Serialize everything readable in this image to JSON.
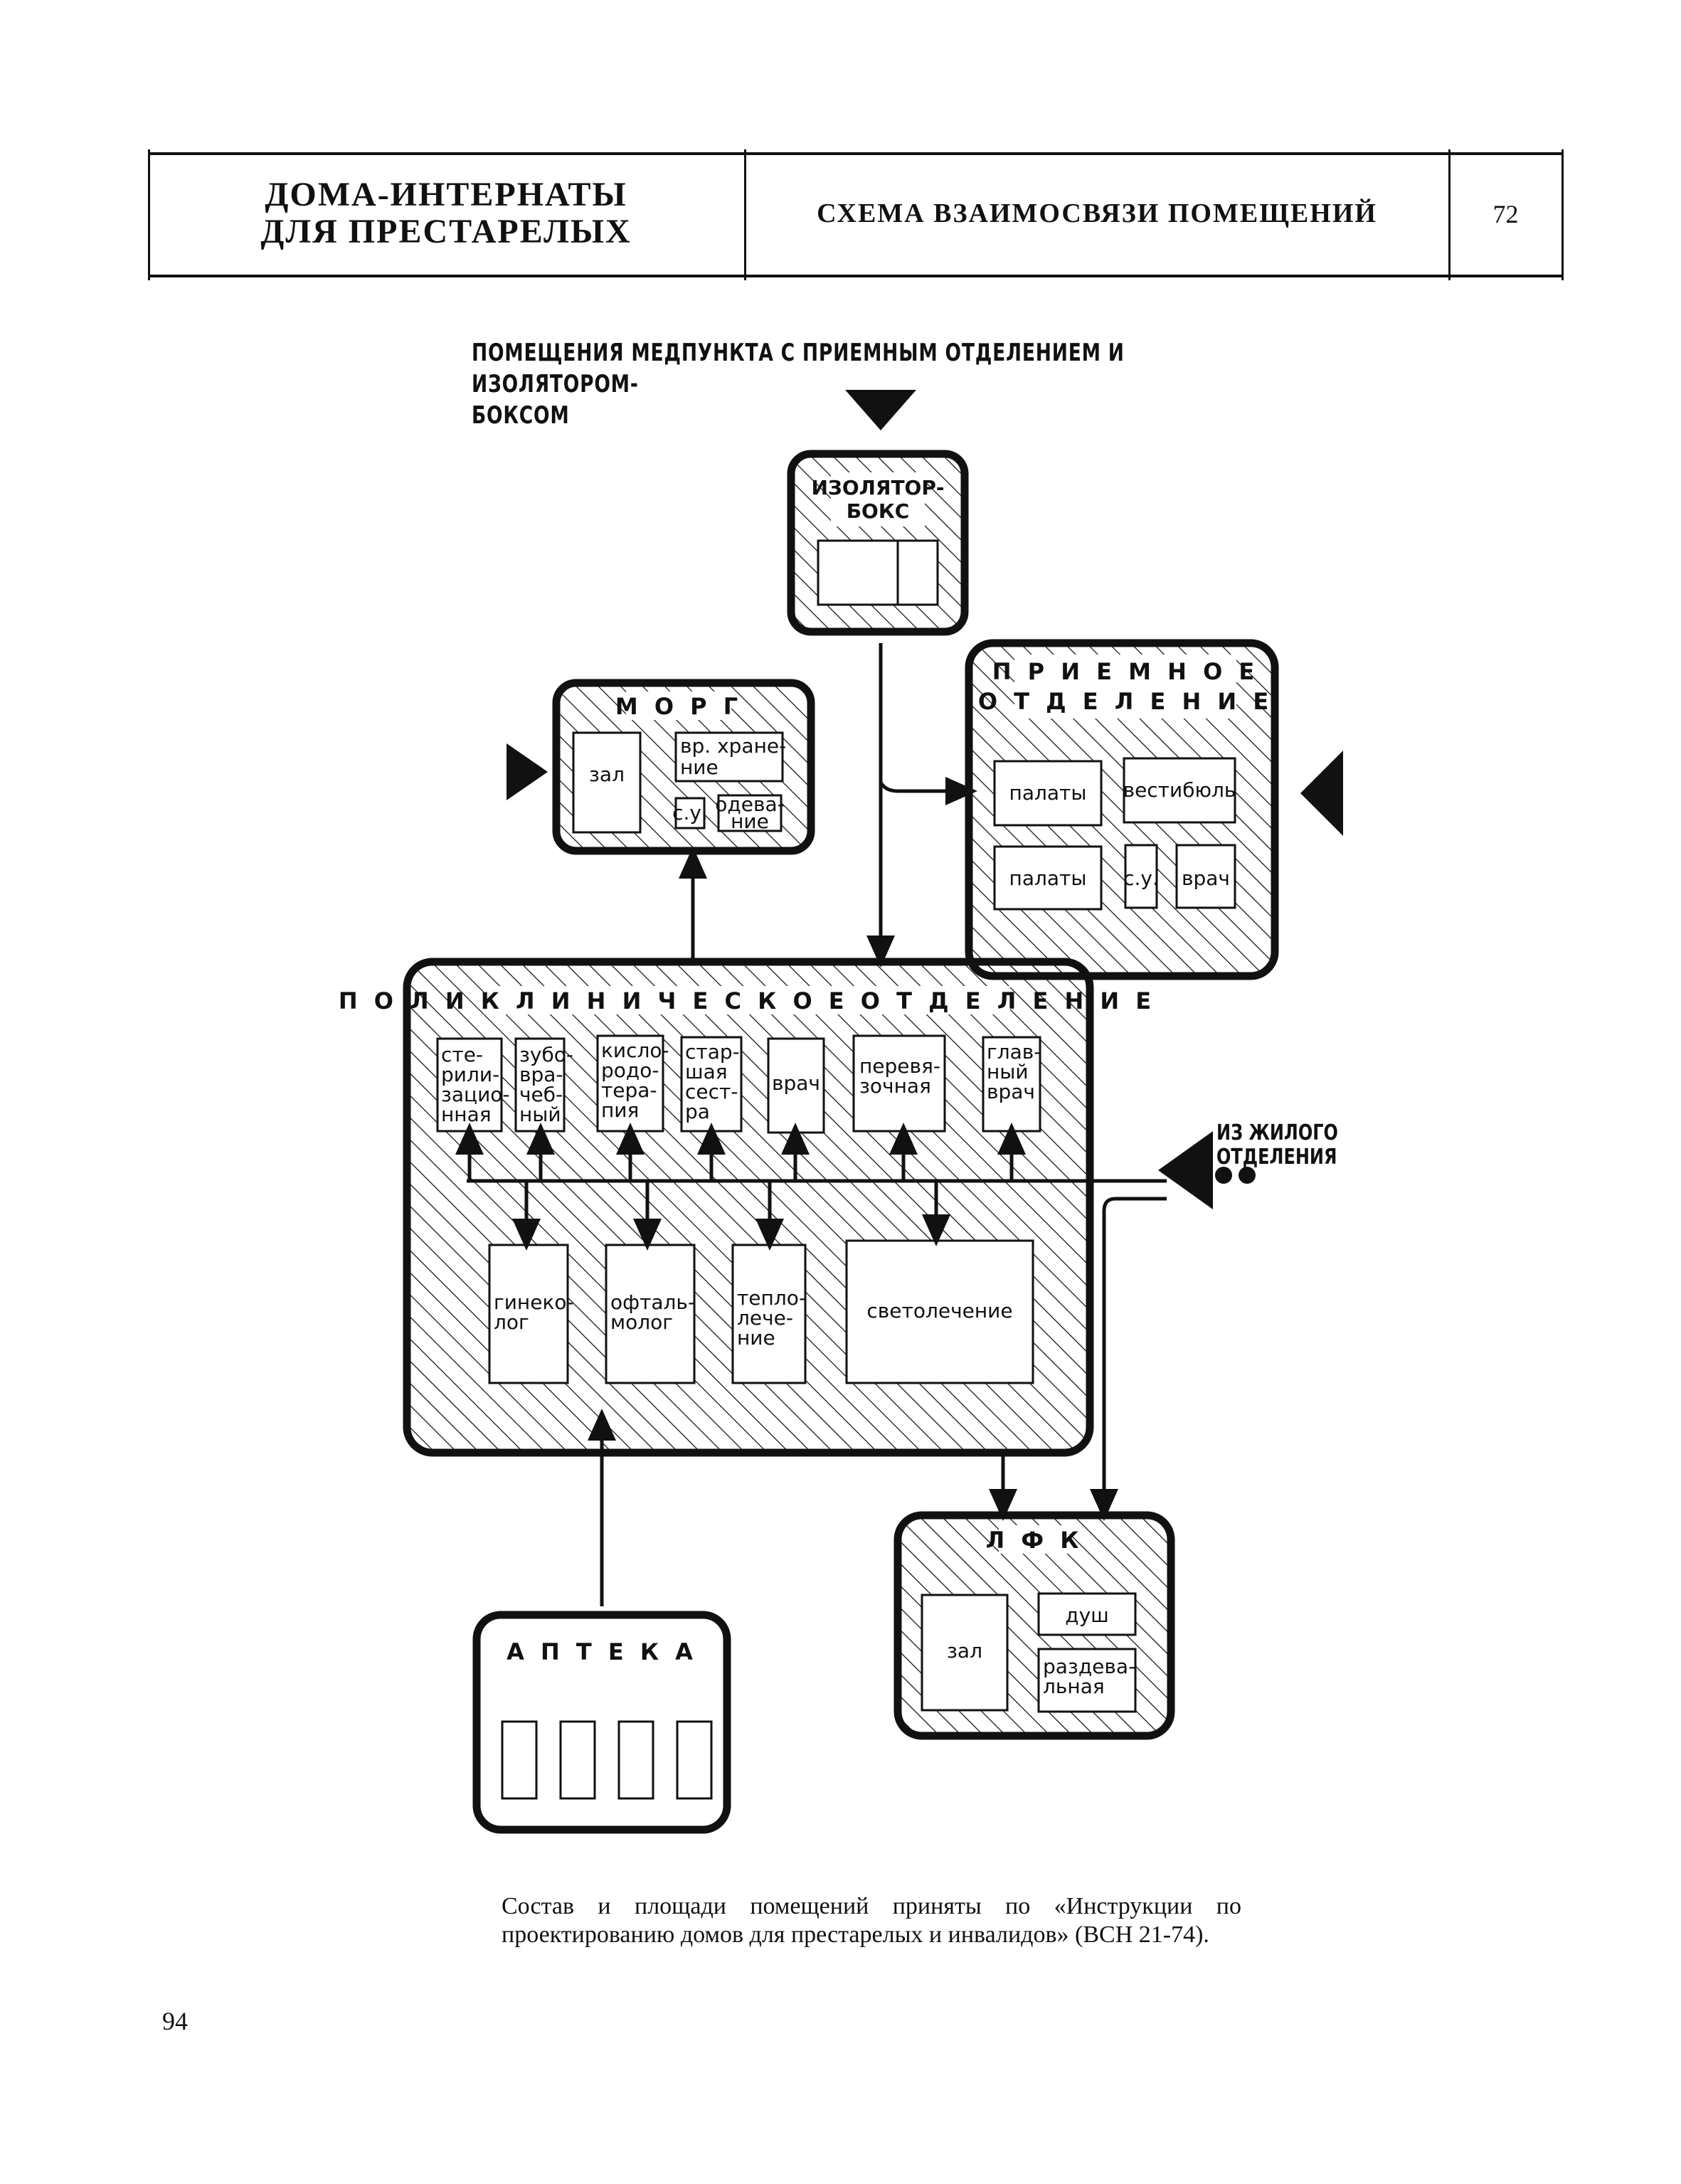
{
  "header": {
    "left_line1": "ДОМА-ИНТЕРНАТЫ",
    "left_line2": "ДЛЯ ПРЕСТАРЕЛЫХ",
    "middle": "СХЕМА ВЗАИМОСВЯЗИ ПОМЕЩЕНИЙ",
    "number": "72"
  },
  "diagram": {
    "title_line1": "ПОМЕЩЕНИЯ МЕДПУНКТА С ПРИЕМНЫМ ОТДЕЛЕНИЕМ И ИЗОЛЯТОРОМ-",
    "title_line2": "БОКСОМ",
    "isolator": {
      "line1": "ИЗОЛЯТОР-",
      "line2": "БОКС"
    },
    "morg": {
      "label": "М О Р Г",
      "zal": "зал",
      "storage_l1": "вр. хране-",
      "storage_l2": "ние",
      "su": "с.у.",
      "dress_l1": "одева-",
      "dress_l2": "ние"
    },
    "reception": {
      "line1": "П Р И Е М Н О Е",
      "line2": "О Т Д Е Л Е Н И Е",
      "wards1": "палаты",
      "vestibule": "вестибюль",
      "wards2": "палаты",
      "su": "с.у.",
      "doctor": "врач"
    },
    "polyclinic": {
      "label": "П О Л И К Л И Н И Ч Е С К О Е   О Т Д Е Л Е Н И Е",
      "r1": [
        "сте-",
        "рили-",
        "зацио-",
        "нная"
      ],
      "r2": [
        "зубо-",
        "вра-",
        "чеб-",
        "ный"
      ],
      "r3": [
        "кисло-",
        "родо-",
        "тера-",
        "пия"
      ],
      "r4": [
        "стар-",
        "шая",
        "сест-",
        "ра"
      ],
      "r5": "врач",
      "r6": [
        "перевя-",
        "зочная"
      ],
      "r7": [
        "глав-",
        "ный",
        "врач"
      ],
      "b1": [
        "гинеко-",
        "лог"
      ],
      "b2": [
        "офталь-",
        "молог"
      ],
      "b3": [
        "тепло-",
        "лече-",
        "ние"
      ],
      "b4": "светолечение"
    },
    "residential": {
      "line1": "ИЗ ЖИЛОГО",
      "line2": "ОТДЕЛЕНИЯ"
    },
    "pharmacy": {
      "label": "А П Т Е К А"
    },
    "lfk": {
      "label": "Л Ф К",
      "zal": "зал",
      "shower": "душ",
      "dress_l1": "раздева-",
      "dress_l2": "льная"
    }
  },
  "caption": "Состав и площади помещений приняты по «Инструкции по проектированию домов для престарелых и инвалидов» (ВСН 21-74).",
  "page_number": "94"
}
